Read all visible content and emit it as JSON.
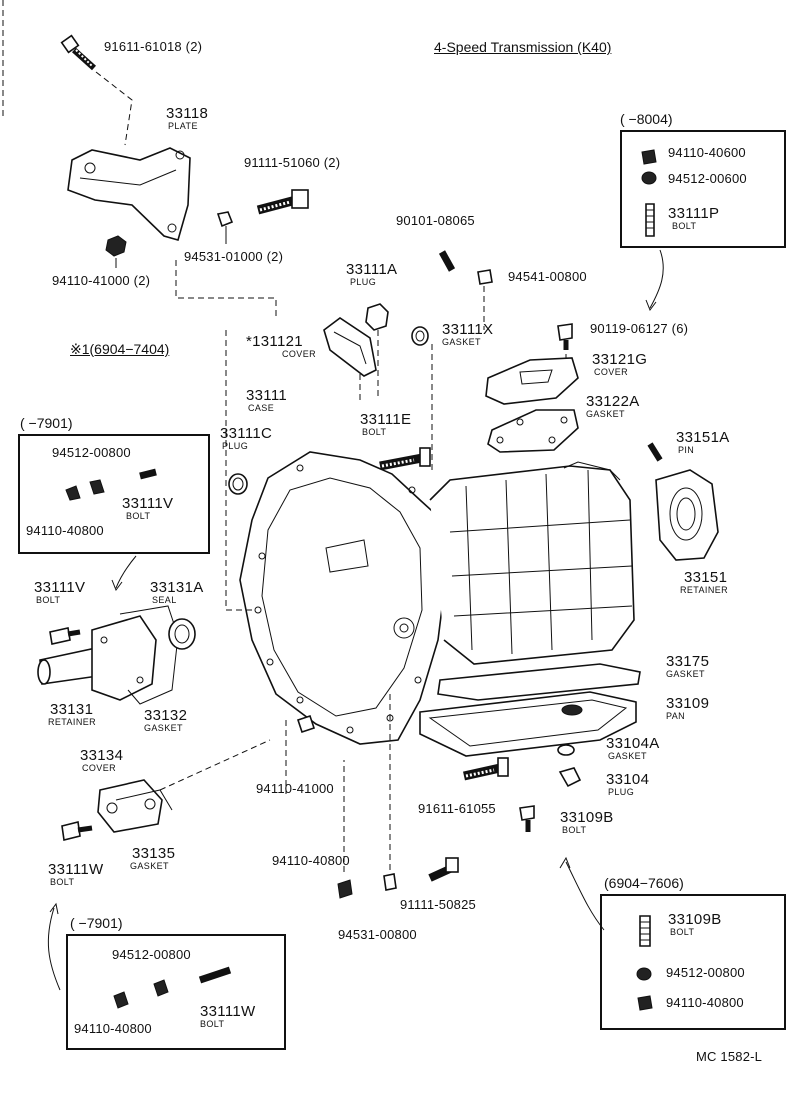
{
  "title": "4-Speed Transmission (K40)",
  "catalog_code": "MC 1582-L",
  "main_date_range": "※1(6904−7404)",
  "boxes": {
    "top_right": {
      "date": "(     −8004)",
      "parts": [
        "94110-40600",
        "94512-00600"
      ],
      "bolt_number": "33111P",
      "bolt_sub": "BOLT"
    },
    "mid_left": {
      "date": "(     −7901)",
      "parts": [
        "94512-00800",
        "94110-40800"
      ],
      "bolt_number": "33111V",
      "bolt_sub": "BOLT"
    },
    "bottom_left": {
      "date": "(     −7901)",
      "parts": [
        "94512-00800",
        "94110-40800"
      ],
      "bolt_number": "33111W",
      "bolt_sub": "BOLT"
    },
    "bottom_right": {
      "date": "(6904−7606)",
      "bolt_number": "33109B",
      "bolt_sub": "BOLT",
      "parts": [
        "94512-00800",
        "94110-40800"
      ]
    }
  },
  "labels": {
    "p91611_61018": "91611-61018 (2)",
    "p33118": "33118",
    "p33118_sub": "PLATE",
    "p91111_51060": "91111-51060 (2)",
    "p94531_01000": "94531-01000 (2)",
    "p94110_41000_2": "94110-41000 (2)",
    "p90101_08065": "90101-08065",
    "p94541_00800": "94541-00800",
    "p33111A": "33111A",
    "p33111A_sub": "PLUG",
    "p33111X": "33111X",
    "p33111X_sub": "GASKET",
    "p90119_06127": "90119-06127 (6)",
    "p131121": "*131121",
    "p131121_sub": "COVER",
    "p33121G": "33121G",
    "p33121G_sub": "COVER",
    "p33111": "33111",
    "p33111_sub": "CASE",
    "p33122A": "33122A",
    "p33122A_sub": "GASKET",
    "p33111C": "33111C",
    "p33111C_sub": "PLUG",
    "p33111E": "33111E",
    "p33111E_sub": "BOLT",
    "p33151A": "33151A",
    "p33151A_sub": "PIN",
    "p33151": "33151",
    "p33151_sub": "RETAINER",
    "p33111V": "33111V",
    "p33111V_sub": "BOLT",
    "p33131A": "33131A",
    "p33131A_sub": "SEAL",
    "p33131": "33131",
    "p33131_sub": "RETAINER",
    "p33132": "33132",
    "p33132_sub": "GASKET",
    "p33175": "33175",
    "p33175_sub": "GASKET",
    "p33109": "33109",
    "p33109_sub": "PAN",
    "p33104A": "33104A",
    "p33104A_sub": "GASKET",
    "p33104": "33104",
    "p33104_sub": "PLUG",
    "p33134": "33134",
    "p33134_sub": "COVER",
    "p94110_41000": "94110-41000",
    "p91611_61055": "91611-61055",
    "p33109B": "33109B",
    "p33109B_sub": "BOLT",
    "p33111W": "33111W",
    "p33111W_sub": "BOLT",
    "p33135": "33135",
    "p33135_sub": "GASKET",
    "p94110_40800": "94110-40800",
    "p91111_50825": "91111-50825",
    "p94531_00800": "94531-00800"
  }
}
